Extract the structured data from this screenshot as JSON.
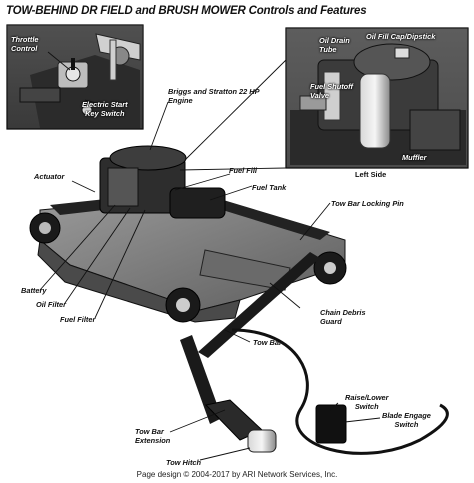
{
  "title": "TOW-BEHIND DR FIELD and BRUSH MOWER Controls and Features",
  "inset_left": {
    "labels": {
      "throttle": "Throttle\nControl",
      "electric_start": "Electric Start\nKey Switch"
    }
  },
  "inset_right": {
    "labels": {
      "oil_drain": "Oil Drain\nTube",
      "oil_fill": "Oil Fill Cap/Dipstick",
      "fuel_shutoff": "Fuel Shutoff\nValve",
      "muffler": "Muffler"
    },
    "caption": "Left Side"
  },
  "labels": {
    "engine": "Briggs and Stratton 22 HP\nEngine",
    "actuator": "Actuator",
    "fuel_fill": "Fuel Fill",
    "fuel_tank": "Fuel Tank",
    "tow_bar_pin": "Tow Bar Locking Pin",
    "battery": "Battery",
    "oil_filter": "Oil Filter",
    "fuel_filter": "Fuel Filter",
    "chain_guard": "Chain Debris\nGuard",
    "tow_bar": "Tow Bar",
    "raise_lower": "Raise/Lower\nSwitch",
    "blade_engage": "Blade Engage\nSwitch",
    "tow_bar_ext": "Tow Bar\nExtension",
    "tow_hitch": "Tow Hitch"
  },
  "credit": "Page design © 2004-2017 by ARI Network Services, Inc."
}
